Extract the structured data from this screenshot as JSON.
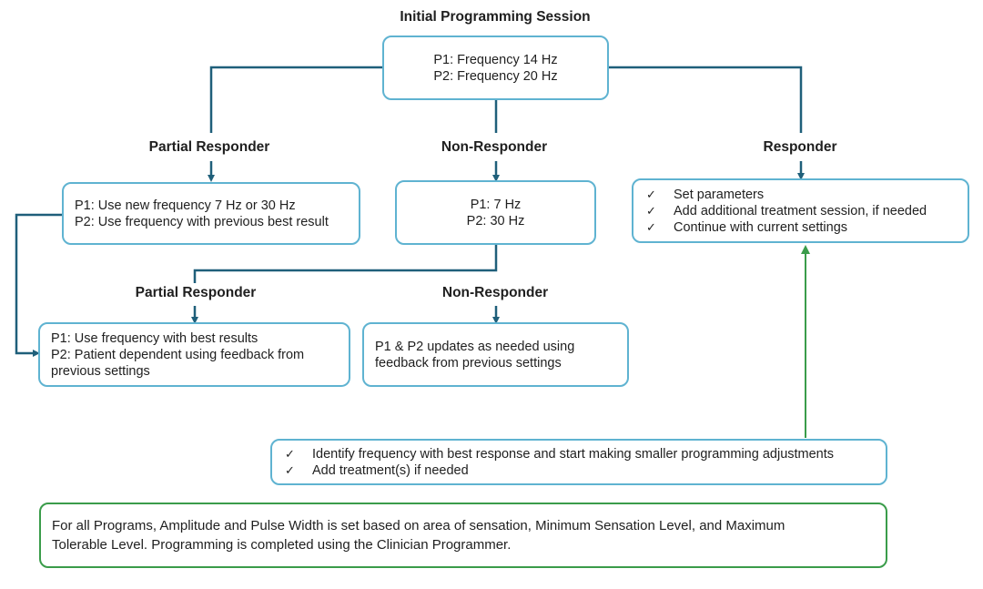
{
  "diagram": {
    "title": "Initial Programming Session",
    "initial_box": [
      "P1: Frequency 14 Hz",
      "P2: Frequency 20 Hz"
    ],
    "level1": {
      "partial_label": "Partial Responder",
      "non_label": "Non-Responder",
      "responder_label": "Responder",
      "partial_box": [
        "P1: Use new frequency 7 Hz or 30 Hz",
        "P2: Use frequency with previous best result"
      ],
      "non_box": [
        "P1: 7 Hz",
        "P2: 30 Hz"
      ],
      "responder_items": [
        "Set parameters",
        "Add additional treatment session,  if needed",
        "Continue with current settings"
      ]
    },
    "level2": {
      "partial_label": "Partial Responder",
      "non_label": "Non-Responder",
      "partial_box": [
        "P1: Use frequency with best results",
        "P2: Patient dependent using feedback from",
        "previous settings"
      ],
      "non_box": [
        "P1 & P2 updates as needed using",
        "feedback from previous settings"
      ]
    },
    "identify_items": [
      "Identify frequency with best response and start making smaller programming adjustments",
      "Add treatment(s) if needed"
    ],
    "footer_lines": [
      "For all Programs, Amplitude and Pulse Width is set based on area of sensation, Minimum Sensation Level, and Maximum",
      "Tolerable Level. Programming is completed using the Clinician Programmer."
    ],
    "check_glyph": "✓",
    "colors": {
      "connector": "#1f5f7a",
      "box_border": "#5fb3d1",
      "green": "#3a9c4a"
    }
  }
}
